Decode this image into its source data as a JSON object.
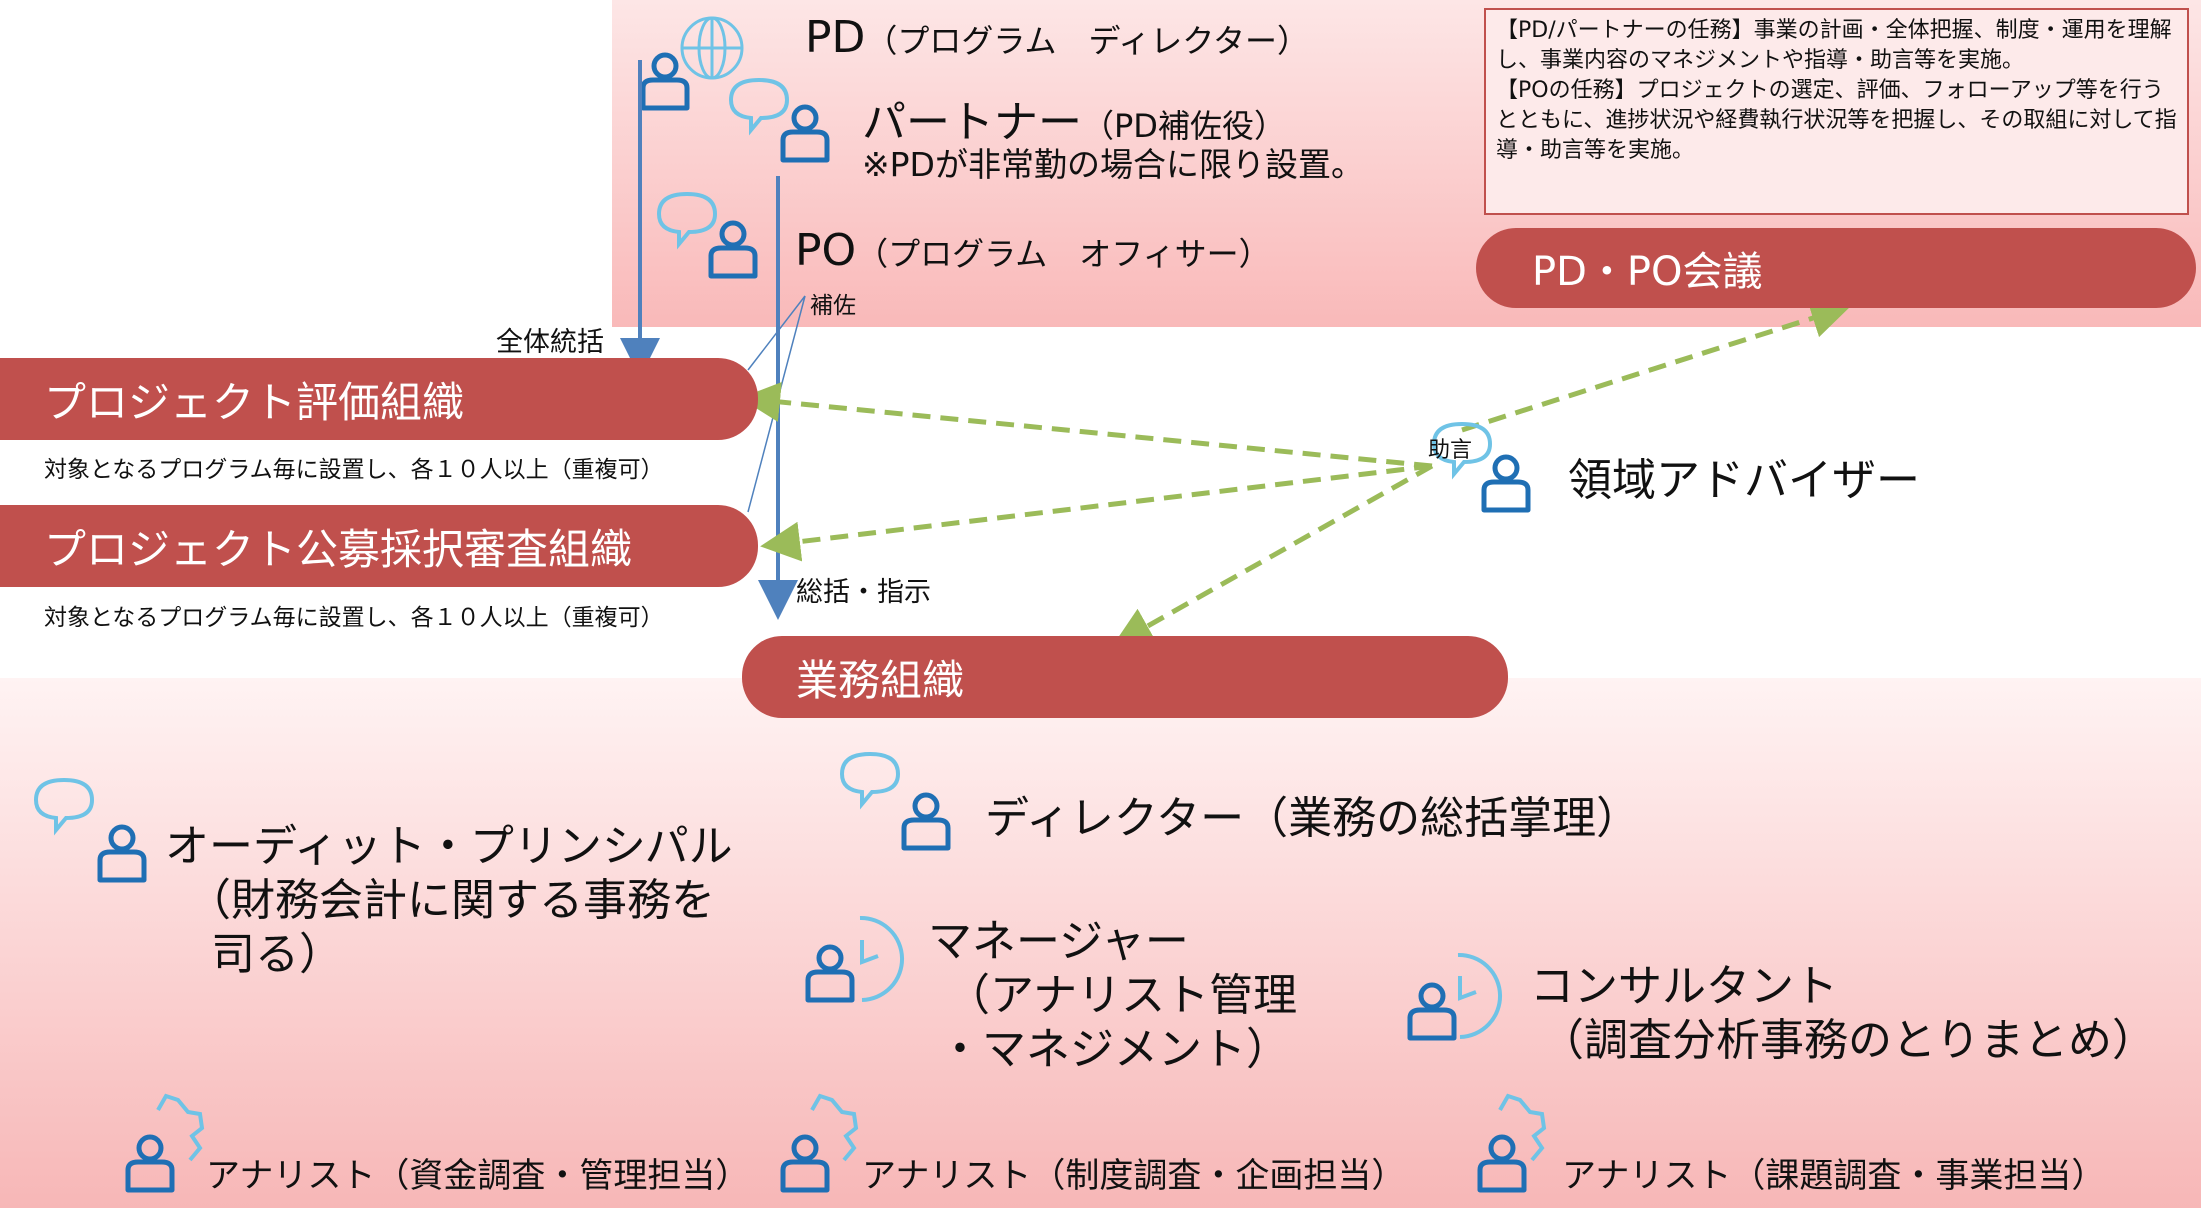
{
  "header_roles": {
    "pd": {
      "main": "PD",
      "sub": "（プログラム　ディレクター）"
    },
    "partner": {
      "main": "パートナー",
      "sub": "（PD補佐役）",
      "note": "※PDが非常勤の場合に限り設置。"
    },
    "po": {
      "main": "PO",
      "sub": "（プログラム　オフィサー）"
    }
  },
  "duties_box": {
    "pd_title": "【PD/パートナーの任務】",
    "pd_text": "事業の計画・全体把握、制度・運用を理解し、事業内容のマネジメントや指導・助言等を実施。",
    "po_title": "【POの任務】",
    "po_text": "プロジェクトの選定、評価、フォローアップ等を行うとともに、進捗状況や経費執行状況等を把握し、その取組に対して指導・助言等を実施。"
  },
  "meeting": {
    "label": "PD・PO会議"
  },
  "labels": {
    "overall": "全体統括",
    "assist": "補佐",
    "direct": "総括・指示",
    "advice": "助言"
  },
  "orgs": {
    "eval": {
      "label": "プロジェクト評価組織",
      "note": "対象となるプログラム毎に設置し、各１０人以上（重複可）"
    },
    "review": {
      "label": "プロジェクト公募採択審査組織",
      "note": "対象となるプログラム毎に設置し、各１０人以上（重複可）"
    },
    "business": {
      "label": "業務組織"
    }
  },
  "advisor": {
    "label": "領域アドバイザー"
  },
  "staff": {
    "director": {
      "label": "ディレクター（業務の総括掌理）"
    },
    "audit": {
      "line1": "オーディット・プリンシパル",
      "line2": "（財務会計に関する事務を",
      "line3": "司る）"
    },
    "manager": {
      "line1": "マネージャー",
      "line2": "（アナリスト管理",
      "line3": "・マネジメント）"
    },
    "consultant": {
      "line1": "コンサルタント",
      "line2": "（調査分析事務のとりまとめ）"
    },
    "analysts": [
      {
        "label": "アナリスト（資金調査・管理担当）"
      },
      {
        "label": "アナリスト（制度調査・企画担当）"
      },
      {
        "label": "アナリスト（課題調査・事業担当）"
      }
    ]
  },
  "colors": {
    "pill": "#c0504d",
    "person": "#1f6fb4",
    "bubble": "#6fc3e6",
    "arrow_blue": "#4f81bd",
    "arrow_green": "#9bbb59"
  }
}
